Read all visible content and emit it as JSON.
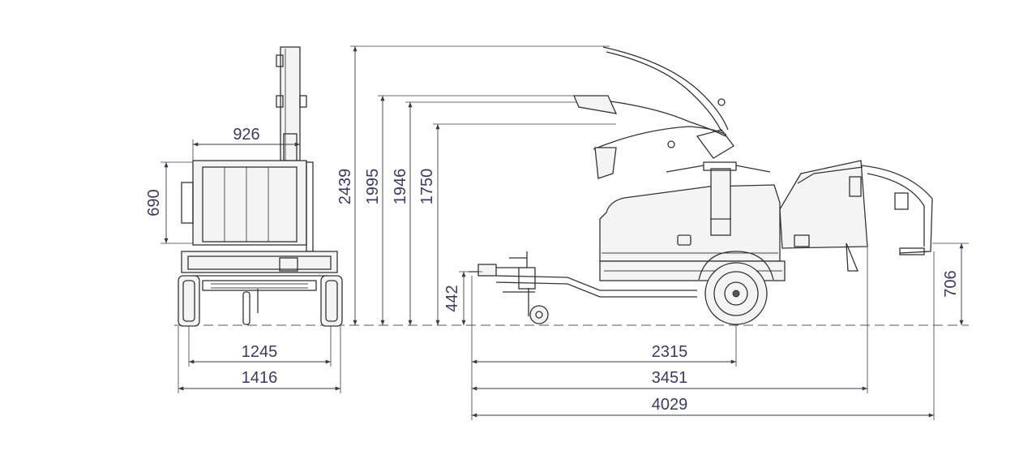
{
  "dimensions": {
    "front_top_width": "926",
    "front_box_height": "690",
    "front_track_width": "1245",
    "front_overall_width": "1416",
    "height_max_chute": "2439",
    "height_chute_mid": "1995",
    "height_chute_low": "1946",
    "height_chute_min": "1750",
    "hitch_height": "442",
    "infeed_height": "706",
    "hitch_to_axle": "2315",
    "hitch_to_body": "3451",
    "overall_length": "4029"
  }
}
